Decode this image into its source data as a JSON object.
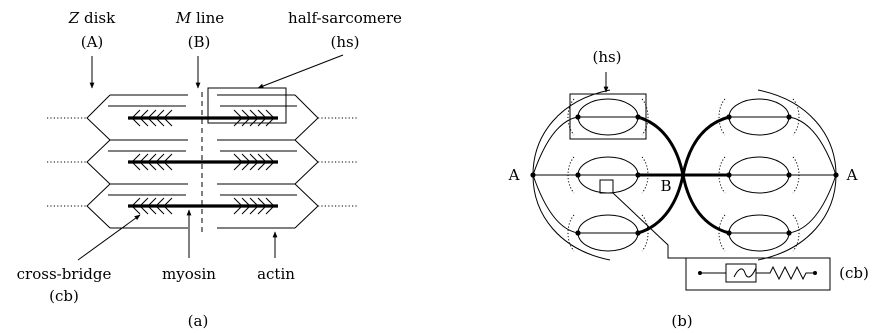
{
  "panel_a": {
    "caption": "(a)",
    "z_disk": {
      "letter": "Z",
      "word": "disk",
      "tag": "(A)"
    },
    "m_line": {
      "letter": "M",
      "word": "line",
      "tag": "(B)"
    },
    "half_sarcomere": {
      "name": "half-sarcomere",
      "tag": "(hs)"
    },
    "cross_bridge": {
      "name": "cross-bridge",
      "tag": "(cb)"
    },
    "myosin": "myosin",
    "actin": "actin"
  },
  "panel_b": {
    "caption": "(b)",
    "hs_tag": "(hs)",
    "node_a_left": "A",
    "node_a_right": "A",
    "node_b": "B",
    "cb_tag": "(cb)"
  }
}
